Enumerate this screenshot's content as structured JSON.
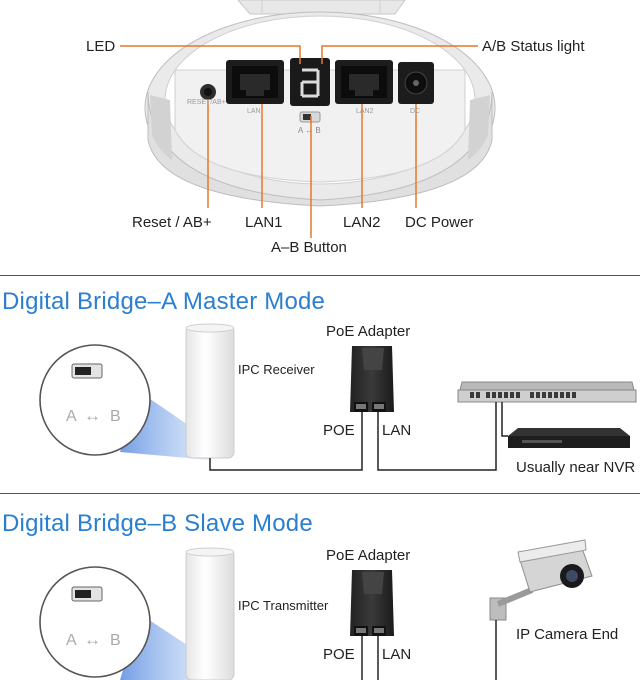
{
  "top_panel": {
    "labels": {
      "led": "LED",
      "ab_status": "A/B Status light",
      "reset": "Reset / AB+",
      "lan1": "LAN1",
      "lan2": "LAN2",
      "dc_power": "DC Power",
      "ab_button": "A–B Button"
    },
    "device_text": {
      "reset_tiny": "RESET/AB+",
      "lan_tiny": "LAN",
      "lan2_tiny": "LAN2",
      "dc_tiny": "DC",
      "ab_tiny": "A ↔ B"
    },
    "accent_color": "#e8772a"
  },
  "master_section": {
    "title": "Digital Bridge–A Master Mode",
    "switch_a": "A",
    "switch_arrow": "↔",
    "switch_b": "B",
    "device_label": "IPC Receiver",
    "poe_adapter": "PoE Adapter",
    "poe_port": "POE",
    "lan_port": "LAN",
    "nvr_label": "Usually near NVR"
  },
  "slave_section": {
    "title": "Digital Bridge–B Slave Mode",
    "switch_a": "A",
    "switch_arrow": "↔",
    "switch_b": "B",
    "device_label": "IPC Transmitter",
    "poe_adapter": "PoE Adapter",
    "poe_port": "POE",
    "lan_port": "LAN",
    "camera_label": "IP Camera End"
  },
  "colors": {
    "title_blue": "#2a7fd0",
    "orange_line": "#e8772a",
    "beam_blue": "#6f9fe6"
  }
}
